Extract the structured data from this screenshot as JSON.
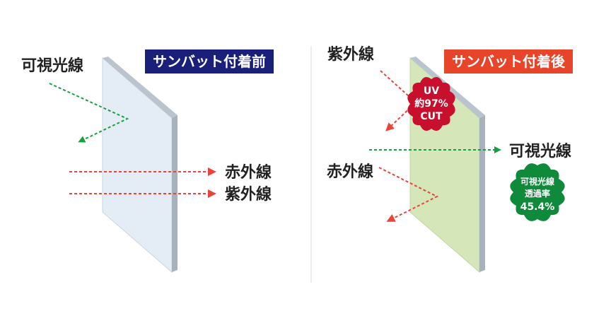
{
  "colors": {
    "before_banner": "#1a1f7a",
    "after_banner": "#e8442a",
    "visible_arrow": "#18a040",
    "ir_arrow": "#e8443a",
    "uv_badge": "#c8102e",
    "visible_badge": "#0f8a3a",
    "glass_before": "#e4edf5",
    "glass_after": "#d5e6b8"
  },
  "before": {
    "banner": "サンバット付着前",
    "visible_label": "可視光線",
    "ir_label": "赤外線",
    "uv_label": "紫外線"
  },
  "after": {
    "banner": "サンバット付着後",
    "uv_label": "紫外線",
    "ir_label": "赤外線",
    "visible_label": "可視光線",
    "uv_badge": {
      "line1": "UV",
      "line2": "約97%",
      "line3": "CUT"
    },
    "visible_badge": {
      "line1": "可視光線",
      "line2": "透過率",
      "line3": "45.4%"
    }
  },
  "icons": {
    "uv_badge_shape": "scalloped-badge",
    "visible_badge_shape": "scalloped-badge"
  }
}
